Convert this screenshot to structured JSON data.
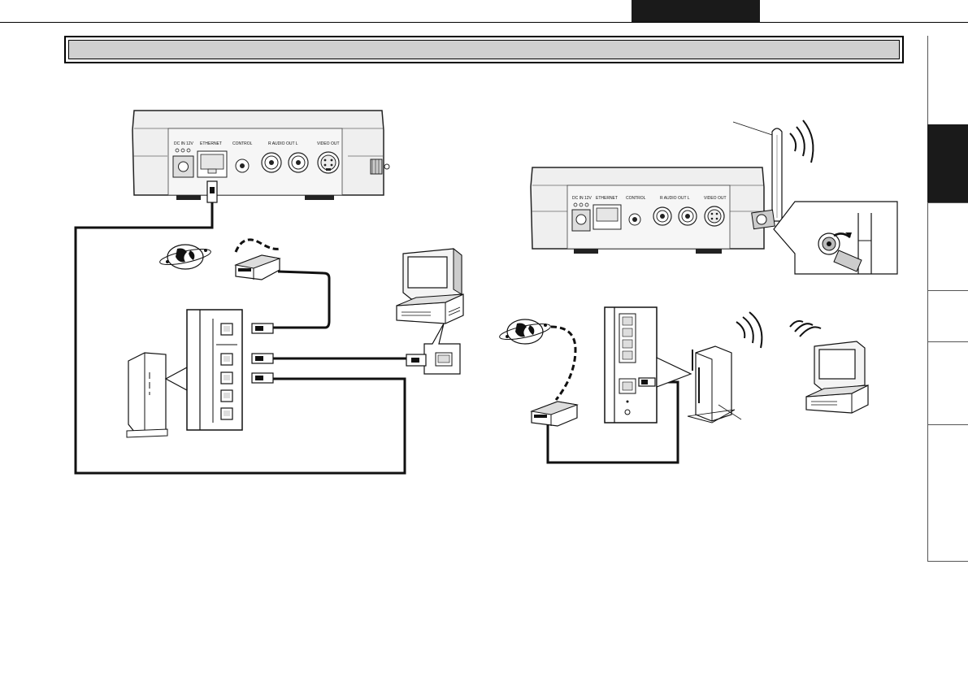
{
  "ports": {
    "dc_in": "DC IN 12V",
    "ethernet": "ETHERNET",
    "control": "CONTROL",
    "audio_out": "R AUDIO OUT L",
    "video_out": "VIDEO OUT"
  }
}
